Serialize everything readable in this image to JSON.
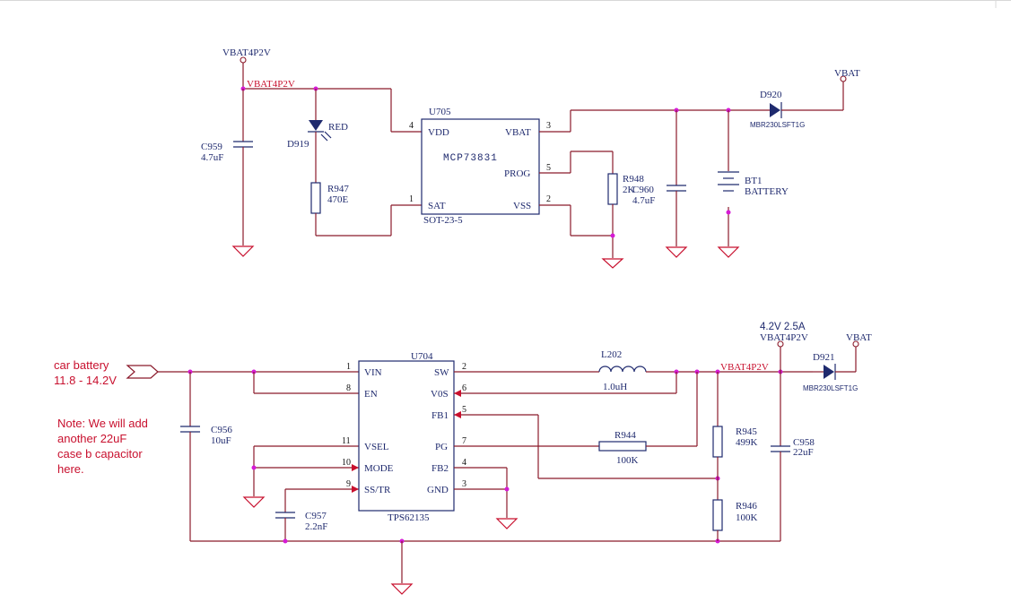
{
  "charger": {
    "ic_ref": "U705",
    "ic_part": "MCP73831",
    "ic_package": "SOT-23-5",
    "pins": {
      "vdd": "VDD",
      "vbat": "VBAT",
      "prog": "PROG",
      "sat": "SAT",
      "vss": "VSS"
    },
    "pin_numbers": {
      "vdd": "4",
      "vbat": "3",
      "prog": "5",
      "sat": "1",
      "vss": "2"
    },
    "input_port": "VBAT4P2V",
    "input_net": "VBAT4P2V",
    "c959": {
      "ref": "C959",
      "value": "4.7uF"
    },
    "led": {
      "ref": "D919",
      "color": "RED"
    },
    "r947": {
      "ref": "R947",
      "value": "470E"
    },
    "r948": {
      "ref": "R948",
      "value": "2K"
    },
    "c960": {
      "ref": "C960",
      "value": "4.7uF"
    },
    "battery": {
      "ref": "BT1",
      "label": "BATTERY"
    },
    "d920": {
      "ref": "D920",
      "part": "MBR230LSFT1G"
    },
    "output_port": "VBAT"
  },
  "buck": {
    "ic_ref": "U704",
    "ic_part": "TPS62135",
    "pins_left": [
      {
        "num": "1",
        "name": "VIN"
      },
      {
        "num": "8",
        "name": "EN"
      },
      {
        "num": "11",
        "name": "VSEL"
      },
      {
        "num": "10",
        "name": "MODE"
      },
      {
        "num": "9",
        "name": "SS/TR"
      }
    ],
    "pins_right": [
      {
        "num": "2",
        "name": "SW"
      },
      {
        "num": "6",
        "name": "V0S"
      },
      {
        "num": "5",
        "name": "FB1"
      },
      {
        "num": "7",
        "name": "PG"
      },
      {
        "num": "4",
        "name": "FB2"
      },
      {
        "num": "3",
        "name": "GND"
      }
    ],
    "input_label_1": "car battery",
    "input_label_2": "11.8 - 14.2V",
    "c956": {
      "ref": "C956",
      "value": "10uF"
    },
    "c957": {
      "ref": "C957",
      "value": "2.2nF"
    },
    "l202": {
      "ref": "L202",
      "value": "1.0uH"
    },
    "r944": {
      "ref": "R944",
      "value": "100K"
    },
    "r945": {
      "ref": "R945",
      "value": "499K"
    },
    "r946": {
      "ref": "R946",
      "value": "100K"
    },
    "c958": {
      "ref": "C958",
      "value": "22uF"
    },
    "d921": {
      "ref": "D921",
      "part": "MBR230LSFT1G"
    },
    "output_net": "VBAT4P2V",
    "output_port": "VBAT4P2V",
    "output_rating": "4.2V 2.5A",
    "vbat_port": "VBAT"
  },
  "note_lines": [
    "Note: We will add",
    "another 22uF",
    "case b   capacitor",
    "here."
  ]
}
